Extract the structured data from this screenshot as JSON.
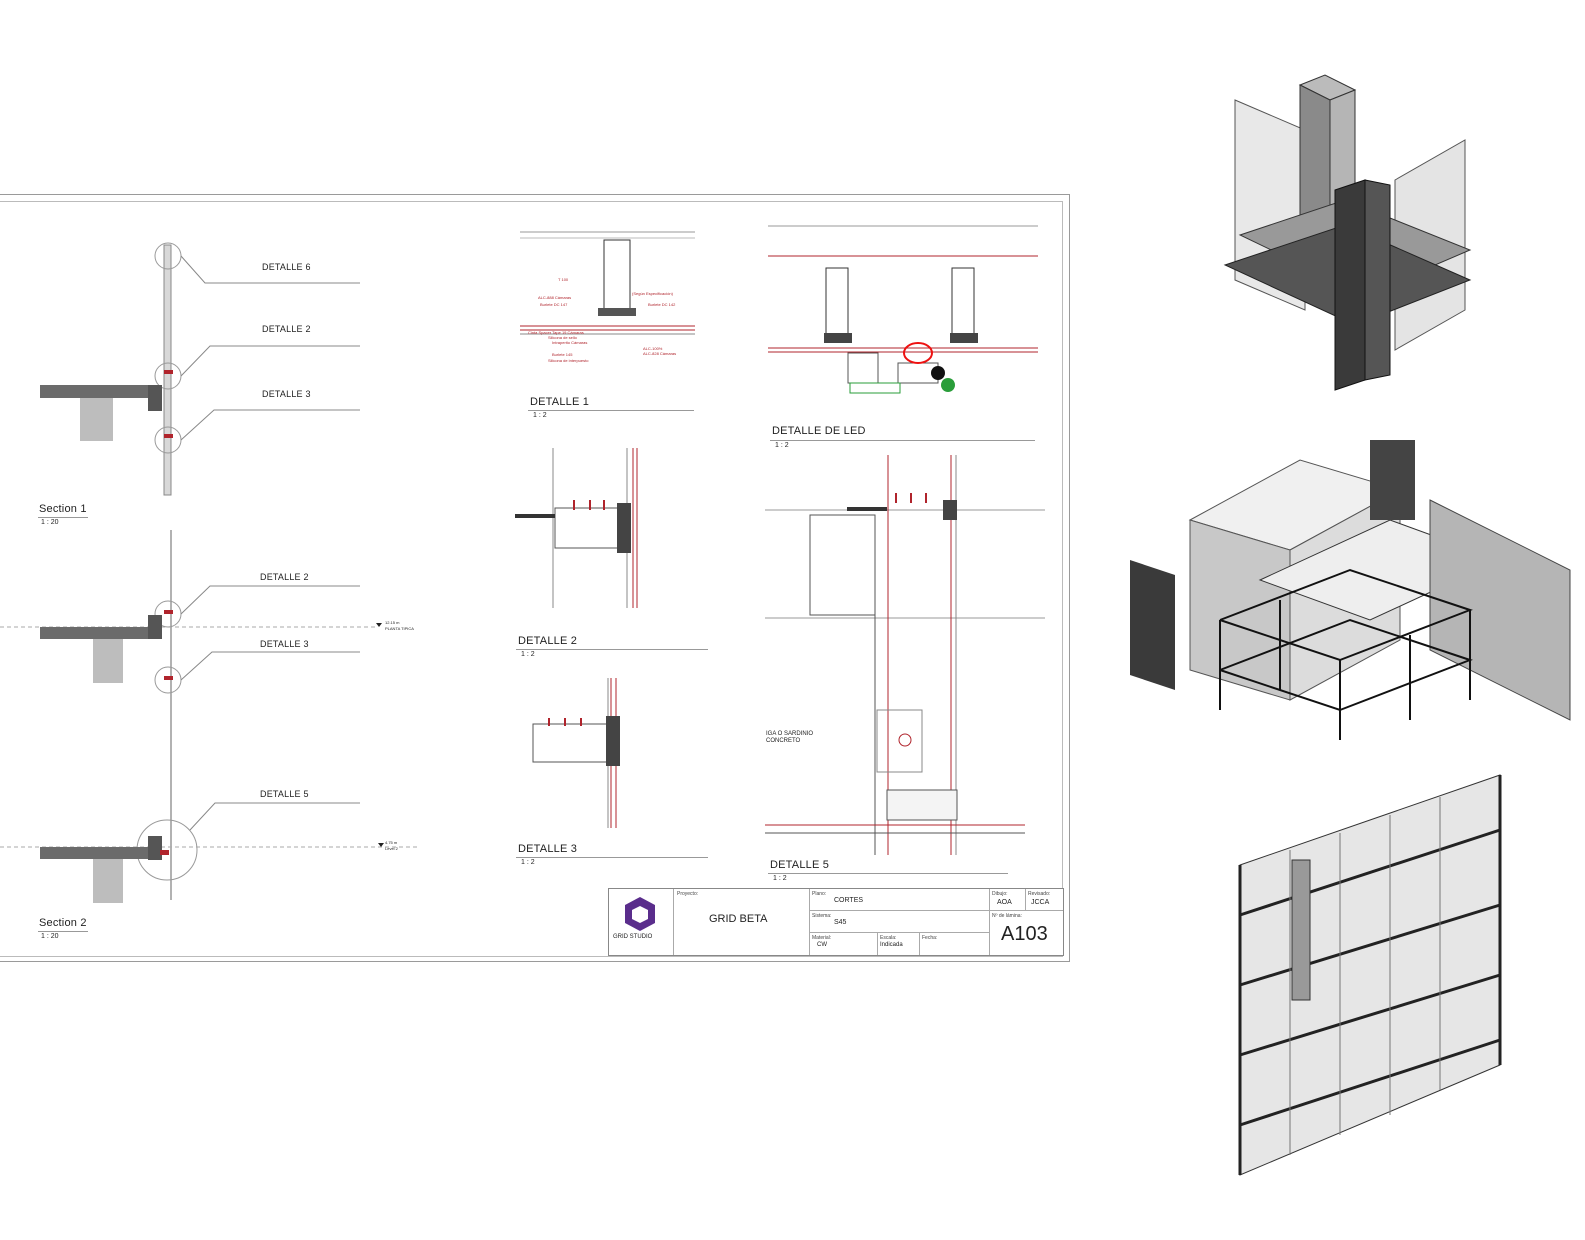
{
  "sections": [
    {
      "title": "Section 1",
      "scale": "1 : 20"
    },
    {
      "title": "Section 2",
      "scale": "1 : 20"
    }
  ],
  "section1_callouts": [
    "DETALLE 6",
    "DETALLE 2",
    "DETALLE 3"
  ],
  "section2_callouts": [
    "DETALLE 2",
    "DETALLE 3",
    "DETALLE 5"
  ],
  "level_marks": [
    {
      "value": "12.15 m",
      "name": "PLANTA TIPICA"
    },
    {
      "value": "4.75 m",
      "name": "Level 2"
    }
  ],
  "details": [
    {
      "title": "DETALLE 1",
      "scale": "1 : 2"
    },
    {
      "title": "DETALLE 2",
      "scale": "1 : 2"
    },
    {
      "title": "DETALLE 3",
      "scale": "1 : 2"
    },
    {
      "title": "DETALLE DE LED",
      "scale": "1 : 2"
    },
    {
      "title": "DETALLE 5",
      "scale": "1 : 2"
    }
  ],
  "detail1_notes": [
    "T 100",
    "ALC-888 Cámaras",
    "Burlete DC 147",
    "(Según Especificación)",
    "Burlete DC 142",
    "Cinta Spacer Tape 19 Cámaras",
    "Silicona de sello",
    "Intraperito Cámaras",
    "ALC-100%",
    "ALC-828 Cámaras",
    "Burlete 145",
    "Silicona de interpuesto"
  ],
  "detail5_texts": [
    "IGA O SARDINIO",
    "CONCRETO"
  ],
  "title_block": {
    "logo_text": "GRID STUDIO",
    "proyecto_label": "Proyecto:",
    "proyecto": "GRID BETA",
    "plano_label": "Plano:",
    "plano": "CORTES",
    "sistema_label": "Sistema:",
    "sistema": "S45",
    "material_label": "Material:",
    "material": "CW",
    "escala_label": "Escala:",
    "escala": "Indicada",
    "fecha_label": "Fecha:",
    "dibujo_label": "Dibujo:",
    "dibujo": "AOA",
    "revisado_label": "Revisado:",
    "revisado": "JCCA",
    "lamina_label": "Nº de lámina:",
    "lamina": "A103"
  },
  "colors": {
    "annotation_red": "#b0242c",
    "logo_purple": "#5a2d8c",
    "line_gray": "#555555"
  }
}
